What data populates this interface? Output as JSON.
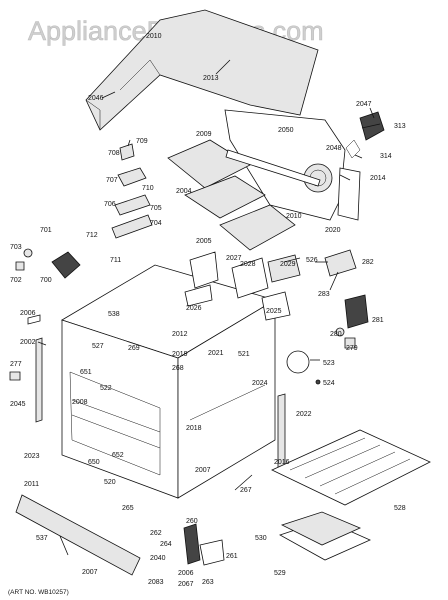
{
  "watermark": "AppliancePartsPros.com",
  "art_no": "(ART NO. WB10257)",
  "labels": {
    "l2010": "2010",
    "l2013": "2013",
    "l2046": "2046",
    "l2047": "2047",
    "l313": "313",
    "l2050": "2050",
    "l2009": "2009",
    "l2048": "2048",
    "l314": "314",
    "l2014": "2014",
    "l709": "709",
    "l708": "708",
    "l707": "707",
    "l710": "710",
    "l2004": "2004",
    "l706": "706",
    "l705": "705",
    "l704": "704",
    "l2010b": "2010",
    "l2020": "2020",
    "l2005": "2005",
    "l701": "701",
    "l712": "712",
    "l703": "703",
    "l702": "702",
    "l700": "700",
    "l711": "711",
    "l2027": "2027",
    "l2028": "2028",
    "l2029": "2029",
    "l526": "526",
    "l282": "282",
    "l283": "283",
    "l2006": "2006",
    "l2002": "2002",
    "l538": "538",
    "l2012": "2012",
    "l2026": "2026",
    "l2025": "2025",
    "l281": "281",
    "l280": "280",
    "l279": "279",
    "l527": "527",
    "l269": "269",
    "l2019": "2019",
    "l268": "268",
    "l2021": "2021",
    "l521": "521",
    "l523": "523",
    "l524": "524",
    "l277": "277",
    "l651": "651",
    "l522": "522",
    "l2024": "2024",
    "l2008": "2008",
    "l2045": "2045",
    "l2022": "2022",
    "l2018": "2018",
    "l650": "650",
    "l652": "652",
    "l2023": "2023",
    "l2016": "2016",
    "l2007a": "2007",
    "l520": "520",
    "l2011": "2011",
    "l267": "267",
    "l265": "265",
    "l528": "528",
    "l537": "537",
    "l262": "262",
    "l260": "260",
    "l264": "264",
    "l530": "530",
    "l2040": "2040",
    "l2006b": "2006",
    "l261": "261",
    "l529": "529",
    "l2007": "2007",
    "l2083": "2083",
    "l2067": "2067",
    "l263": "263"
  },
  "colors": {
    "line": "#111111",
    "watermark": "#cfcfcf",
    "background": "#ffffff"
  }
}
